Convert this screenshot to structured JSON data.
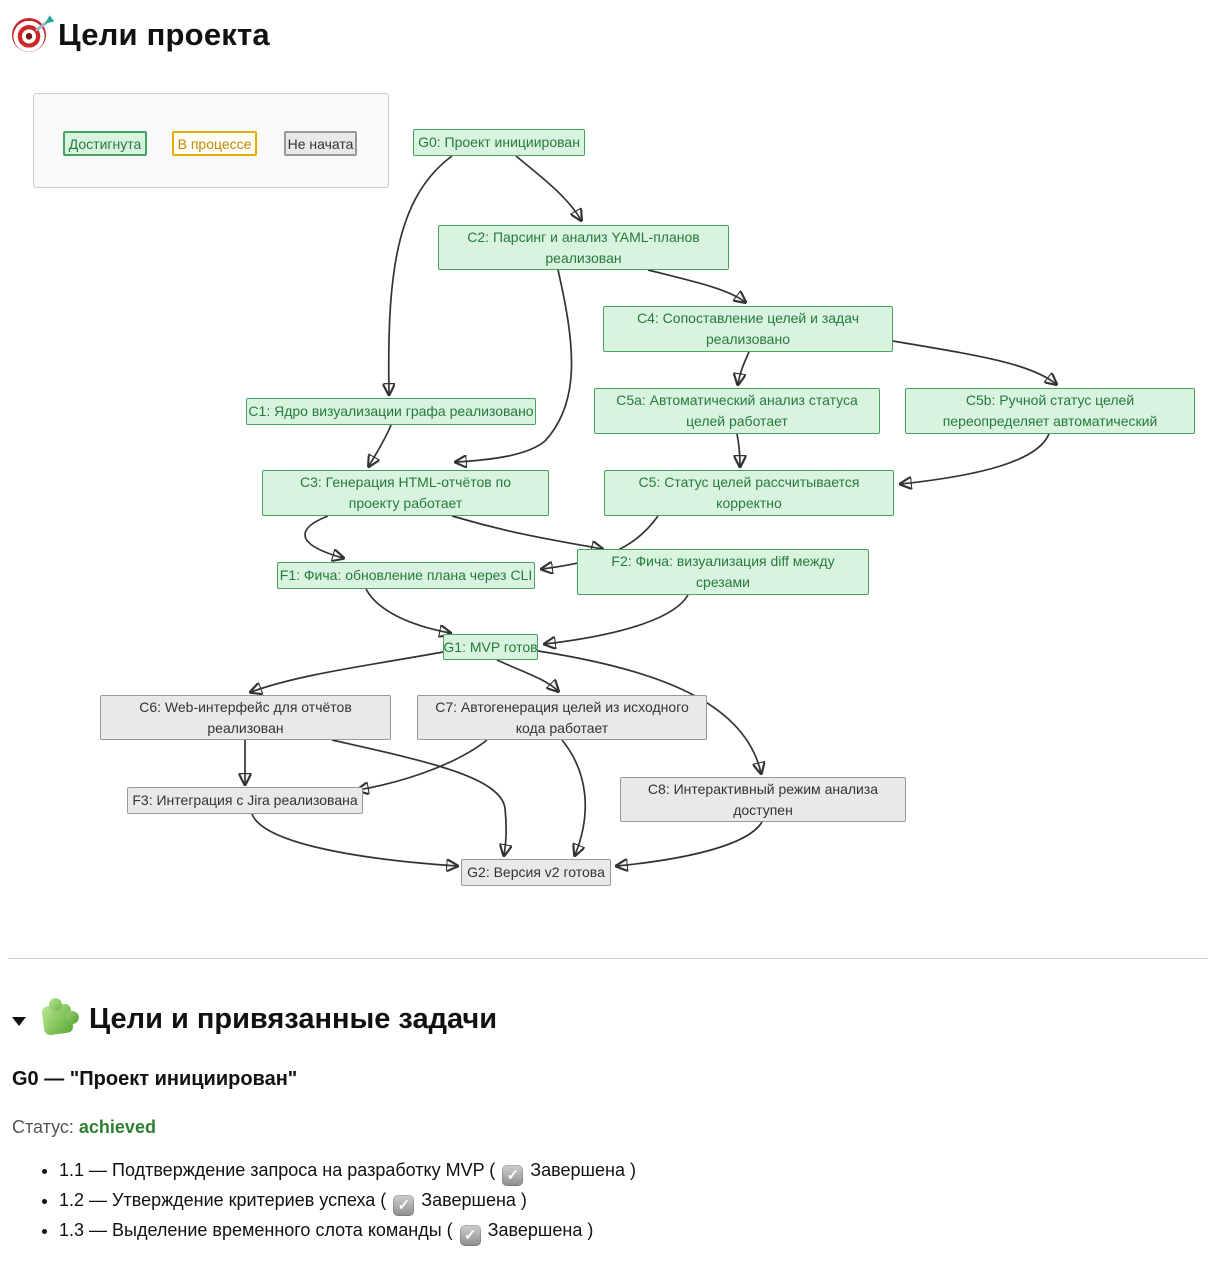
{
  "header": {
    "title": "Цели проекта"
  },
  "legend": {
    "items": [
      {
        "label": "Достигнута",
        "status": "achieved"
      },
      {
        "label": "В процессе",
        "status": "in-progress"
      },
      {
        "label": "Не начата",
        "status": "not-started"
      }
    ]
  },
  "graph": {
    "nodes": {
      "g0": {
        "label": "G0: Проект инициирован",
        "status": "achieved"
      },
      "c2": {
        "label": "C2: Парсинг и анализ YAML-планов реализован",
        "status": "achieved"
      },
      "c4": {
        "label": "C4: Сопоставление целей и задач реализовано",
        "status": "achieved"
      },
      "c5a": {
        "label": "C5a: Автоматический анализ статуса целей работает",
        "status": "achieved"
      },
      "c5b": {
        "label": "C5b: Ручной статус целей переопределяет автоматический",
        "status": "achieved"
      },
      "c1": {
        "label": "C1: Ядро визуализации графа реализовано",
        "status": "achieved"
      },
      "c3": {
        "label": "C3: Генерация HTML-отчётов по проекту работает",
        "status": "achieved"
      },
      "c5": {
        "label": "C5: Статус целей рассчитывается корректно",
        "status": "achieved"
      },
      "f1": {
        "label": "F1: Фича: обновление плана через CLI",
        "status": "achieved"
      },
      "f2": {
        "label": "F2: Фича: визуализация diff между срезами",
        "status": "achieved"
      },
      "g1": {
        "label": "G1: MVP готов",
        "status": "achieved"
      },
      "c6": {
        "label": "C6: Web-интерфейс для отчётов реализован",
        "status": "not-started"
      },
      "c7": {
        "label": "C7: Автогенерация целей из исходного кода работает",
        "status": "not-started"
      },
      "c8": {
        "label": "C8: Интерактивный режим анализа доступен",
        "status": "not-started"
      },
      "f3": {
        "label": "F3: Интеграция с Jira реализована",
        "status": "not-started"
      },
      "g2": {
        "label": "G2: Версия v2 готова",
        "status": "not-started"
      }
    }
  },
  "tasks_section": {
    "title": "Цели и привязанные задачи",
    "goal_heading": "G0 — \"Проект инициирован\"",
    "status_label": "Статус:",
    "status_value": "achieved",
    "tasks": [
      {
        "prefix": "1.1 — Подтверждение запроса на разработку MVP (",
        "suffix": "Завершена )"
      },
      {
        "prefix": "1.2 — Утверждение критериев успеха (",
        "suffix": "Завершена )"
      },
      {
        "prefix": "1.3 — Выделение временного слота команды (",
        "suffix": "Завершена )"
      }
    ]
  },
  "icons": {
    "check": "✓"
  },
  "colors": {
    "achieved_fill": "#d8f3de",
    "achieved_border": "#47a35f",
    "achieved_text": "#267a3e",
    "in_progress_border": "#e3ae00",
    "in_progress_text": "#c18a00",
    "not_started_fill": "#e9e9e9",
    "not_started_border": "#999999",
    "not_started_text": "#333333",
    "status_green": "#2e7d32",
    "edge": "#333333"
  }
}
